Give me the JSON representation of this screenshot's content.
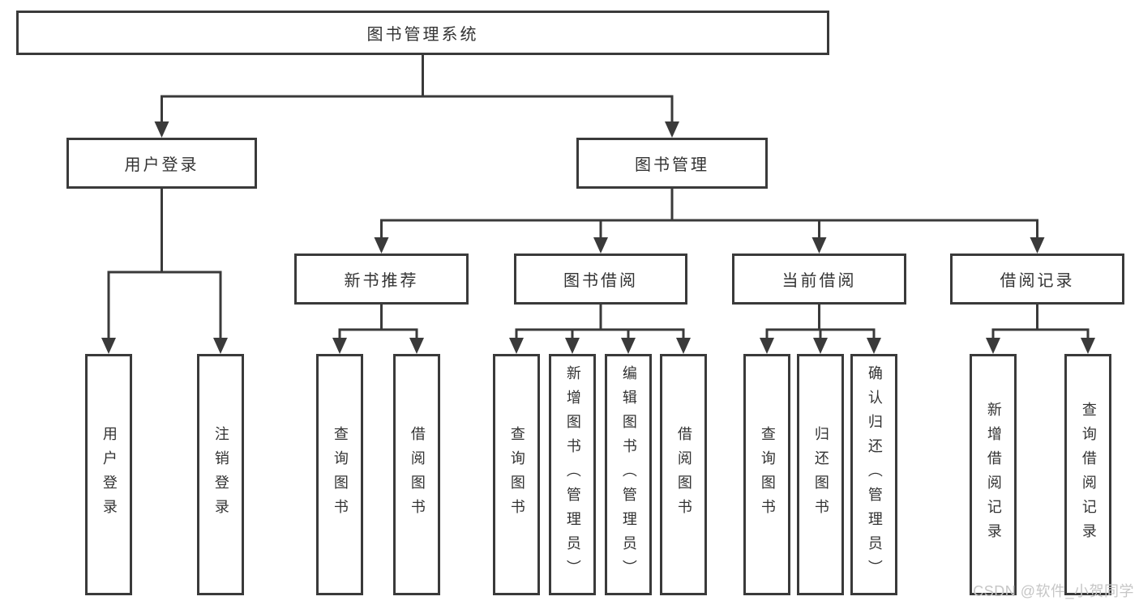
{
  "tree": {
    "root": {
      "label": "图书管理系统"
    },
    "level2": [
      {
        "label": "用户登录"
      },
      {
        "label": "图书管理"
      }
    ],
    "level3": [
      {
        "label": "新书推荐",
        "parent": "图书管理"
      },
      {
        "label": "图书借阅",
        "parent": "图书管理"
      },
      {
        "label": "当前借阅",
        "parent": "图书管理"
      },
      {
        "label": "借阅记录",
        "parent": "图书管理"
      }
    ],
    "leaves": [
      {
        "label": "用户登录",
        "parent": "用户登录"
      },
      {
        "label": "注销登录",
        "parent": "用户登录"
      },
      {
        "label": "查询图书",
        "parent": "新书推荐"
      },
      {
        "label": "借阅图书",
        "parent": "新书推荐"
      },
      {
        "label": "查询图书",
        "parent": "图书借阅"
      },
      {
        "label": "新增图书（管理员）",
        "parent": "图书借阅"
      },
      {
        "label": "编辑图书（管理员）",
        "parent": "图书借阅"
      },
      {
        "label": "借阅图书",
        "parent": "图书借阅"
      },
      {
        "label": "查询图书",
        "parent": "当前借阅"
      },
      {
        "label": "归还图书",
        "parent": "当前借阅"
      },
      {
        "label": "确认归还（管理员）",
        "parent": "当前借阅"
      },
      {
        "label": "新增借阅记录",
        "parent": "借阅记录"
      },
      {
        "label": "查询借阅记录",
        "parent": "借阅记录"
      }
    ]
  },
  "watermark": "CSDN @软件_小贺同学",
  "colors": {
    "line": "#3a3a3a",
    "text": "#333333",
    "box_background": "#ffffff",
    "watermark": "#c6c6c6"
  }
}
